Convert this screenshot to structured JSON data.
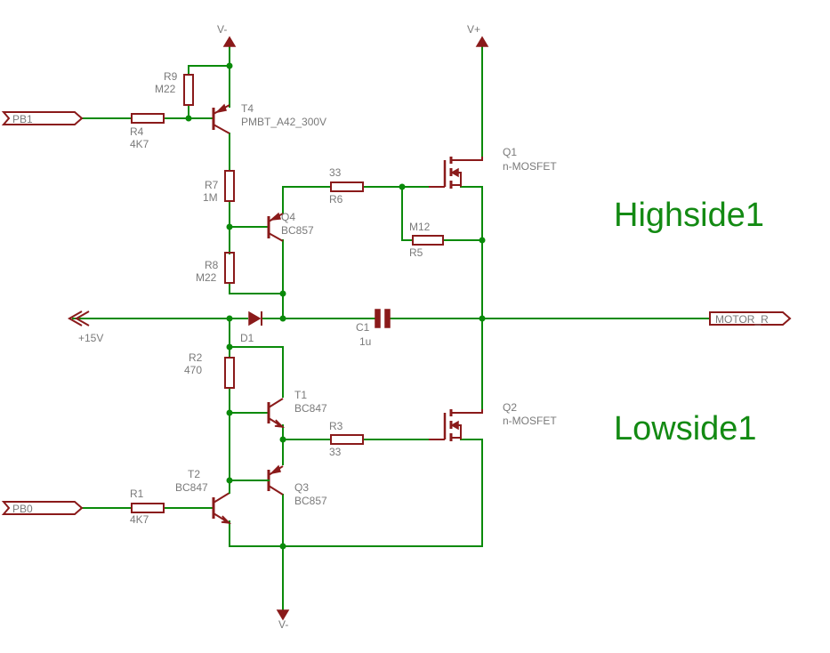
{
  "supplies": {
    "vminus_top": "V-",
    "vplus": "V+",
    "vminus_bottom": "V-",
    "plus15": "+15V"
  },
  "ports": {
    "pb1": "PB1",
    "pb0": "PB0",
    "motor": "MOTOR_R"
  },
  "sections": {
    "high": "Highside1",
    "low": "Lowside1"
  },
  "components": {
    "r9": {
      "name": "R9",
      "value": "M22"
    },
    "r4": {
      "name": "R4",
      "value": "4K7"
    },
    "t4": {
      "name": "T4",
      "value": "PMBT_A42_300V"
    },
    "r7": {
      "name": "R7",
      "value": "1M"
    },
    "q4": {
      "name": "Q4",
      "value": "BC857"
    },
    "r8": {
      "name": "R8",
      "value": "M22"
    },
    "r6": {
      "name": "R6",
      "value": "33"
    },
    "r5": {
      "name": "R5",
      "value": "M12"
    },
    "q1": {
      "name": "Q1",
      "value": "n-MOSFET"
    },
    "c1": {
      "name": "C1",
      "value": "1u"
    },
    "d1": {
      "name": "D1"
    },
    "r2": {
      "name": "R2",
      "value": "470"
    },
    "t1": {
      "name": "T1",
      "value": "BC847"
    },
    "r3": {
      "name": "R3",
      "value": "33"
    },
    "q2": {
      "name": "Q2",
      "value": "n-MOSFET"
    },
    "t2": {
      "name": "T2",
      "value": "BC847"
    },
    "q3": {
      "name": "Q3",
      "value": "BC857"
    },
    "r1": {
      "name": "R1",
      "value": "4K7"
    }
  },
  "colors": {
    "wire": "#0a8a0a",
    "part": "#8a1a1a",
    "label": "#7a7a7a",
    "section": "#138a13"
  }
}
